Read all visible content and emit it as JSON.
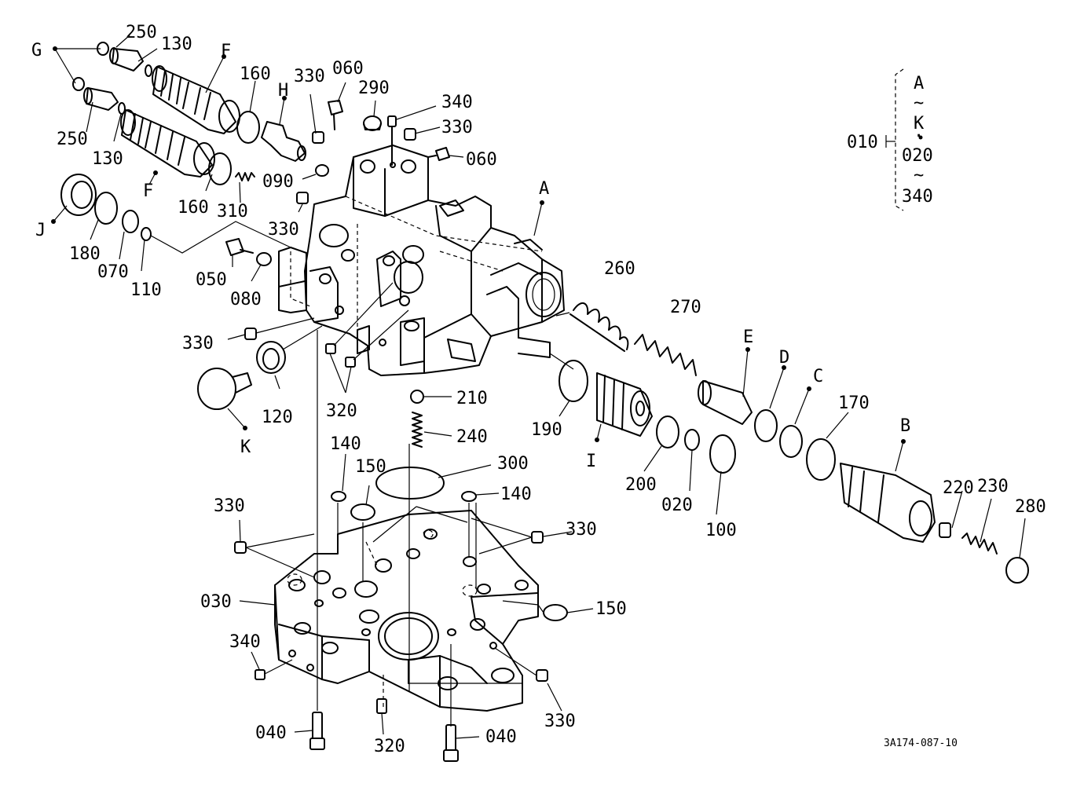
{
  "diagram": {
    "drawing_number": "3A174-087-10",
    "legend": {
      "assembly": "010",
      "lines": [
        "A",
        "~",
        "K",
        "·",
        "020",
        "~",
        "340"
      ]
    },
    "labels": [
      {
        "id": "G",
        "text": "G"
      },
      {
        "id": "250a",
        "text": "250"
      },
      {
        "id": "130a",
        "text": "130"
      },
      {
        "id": "Fa",
        "text": "F"
      },
      {
        "id": "160a",
        "text": "160"
      },
      {
        "id": "330a",
        "text": "330"
      },
      {
        "id": "060a",
        "text": "060"
      },
      {
        "id": "H",
        "text": "H"
      },
      {
        "id": "290",
        "text": "290"
      },
      {
        "id": "340a",
        "text": "340"
      },
      {
        "id": "330b",
        "text": "330"
      },
      {
        "id": "060b",
        "text": "060"
      },
      {
        "id": "250b",
        "text": "250"
      },
      {
        "id": "130b",
        "text": "130"
      },
      {
        "id": "Fb",
        "text": "F"
      },
      {
        "id": "160b",
        "text": "160"
      },
      {
        "id": "310",
        "text": "310"
      },
      {
        "id": "090",
        "text": "090"
      },
      {
        "id": "330c",
        "text": "330"
      },
      {
        "id": "A",
        "text": "A"
      },
      {
        "id": "J",
        "text": "J"
      },
      {
        "id": "180",
        "text": "180"
      },
      {
        "id": "070",
        "text": "070"
      },
      {
        "id": "110",
        "text": "110"
      },
      {
        "id": "050",
        "text": "050"
      },
      {
        "id": "080",
        "text": "080"
      },
      {
        "id": "260",
        "text": "260"
      },
      {
        "id": "270",
        "text": "270"
      },
      {
        "id": "330d",
        "text": "330"
      },
      {
        "id": "E",
        "text": "E"
      },
      {
        "id": "D",
        "text": "D"
      },
      {
        "id": "C",
        "text": "C"
      },
      {
        "id": "170",
        "text": "170"
      },
      {
        "id": "120",
        "text": "120"
      },
      {
        "id": "320a",
        "text": "320"
      },
      {
        "id": "210",
        "text": "210"
      },
      {
        "id": "190",
        "text": "190"
      },
      {
        "id": "K",
        "text": "K"
      },
      {
        "id": "240",
        "text": "240"
      },
      {
        "id": "I",
        "text": "I"
      },
      {
        "id": "B",
        "text": "B"
      },
      {
        "id": "140a",
        "text": "140"
      },
      {
        "id": "150a",
        "text": "150"
      },
      {
        "id": "300",
        "text": "300"
      },
      {
        "id": "200",
        "text": "200"
      },
      {
        "id": "020",
        "text": "020"
      },
      {
        "id": "100",
        "text": "100"
      },
      {
        "id": "220",
        "text": "220"
      },
      {
        "id": "230",
        "text": "230"
      },
      {
        "id": "280",
        "text": "280"
      },
      {
        "id": "140b",
        "text": "140"
      },
      {
        "id": "330e",
        "text": "330"
      },
      {
        "id": "330f",
        "text": "330"
      },
      {
        "id": "150b",
        "text": "150"
      },
      {
        "id": "030",
        "text": "030"
      },
      {
        "id": "340b",
        "text": "340"
      },
      {
        "id": "330g",
        "text": "330"
      },
      {
        "id": "040a",
        "text": "040"
      },
      {
        "id": "320b",
        "text": "320"
      },
      {
        "id": "040b",
        "text": "040"
      }
    ]
  }
}
